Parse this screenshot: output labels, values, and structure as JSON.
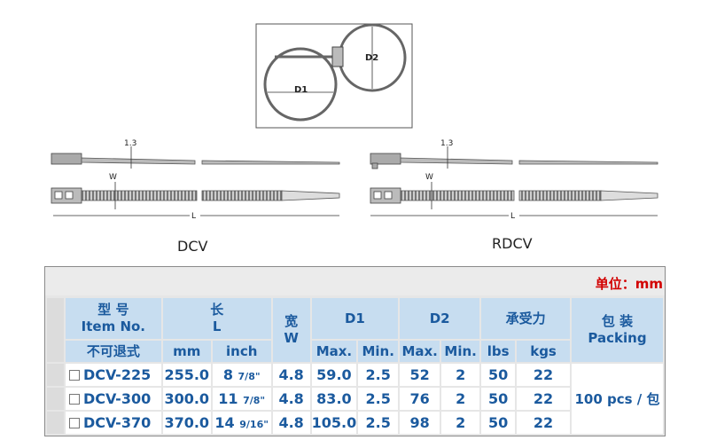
{
  "diagram": {
    "loop_labels": {
      "d1": "D1",
      "d2": "D2"
    },
    "dims": {
      "thickness": "1.3",
      "width": "W",
      "length": "L"
    },
    "models": {
      "left": "DCV",
      "right": "RDCV"
    }
  },
  "table": {
    "unit_label": "单位：mm",
    "headers": {
      "model_cn": "型 号",
      "model_en": "Item No.",
      "length_cn": "长",
      "length_en": "L",
      "width_cn": "宽",
      "width_en": "W",
      "d1": "D1",
      "d2": "D2",
      "tensile_cn": "承受力",
      "packing_cn": "包 装",
      "packing_en": "Packing",
      "not_releasable": "不可退式",
      "mm": "mm",
      "inch": "inch",
      "max": "Max.",
      "min": "Min.",
      "lbs": "lbs",
      "kgs": "kgs"
    },
    "rows": [
      {
        "item": "DCV-225",
        "mm": "255.0",
        "inch_whole": "8",
        "inch_frac": "7/8\"",
        "w": "4.8",
        "d1_max": "59.0",
        "d1_min": "2.5",
        "d2_max": "52",
        "d2_min": "2",
        "lbs": "50",
        "kgs": "22"
      },
      {
        "item": "DCV-300",
        "mm": "300.0",
        "inch_whole": "11",
        "inch_frac": "7/8\"",
        "w": "4.8",
        "d1_max": "83.0",
        "d1_min": "2.5",
        "d2_max": "76",
        "d2_min": "2",
        "lbs": "50",
        "kgs": "22"
      },
      {
        "item": "DCV-370",
        "mm": "370.0",
        "inch_whole": "14",
        "inch_frac": "9/16\"",
        "w": "4.8",
        "d1_max": "105.0",
        "d1_min": "2.5",
        "d2_max": "98",
        "d2_min": "2",
        "lbs": "50",
        "kgs": "22"
      }
    ],
    "packing": "100 pcs / 包"
  }
}
